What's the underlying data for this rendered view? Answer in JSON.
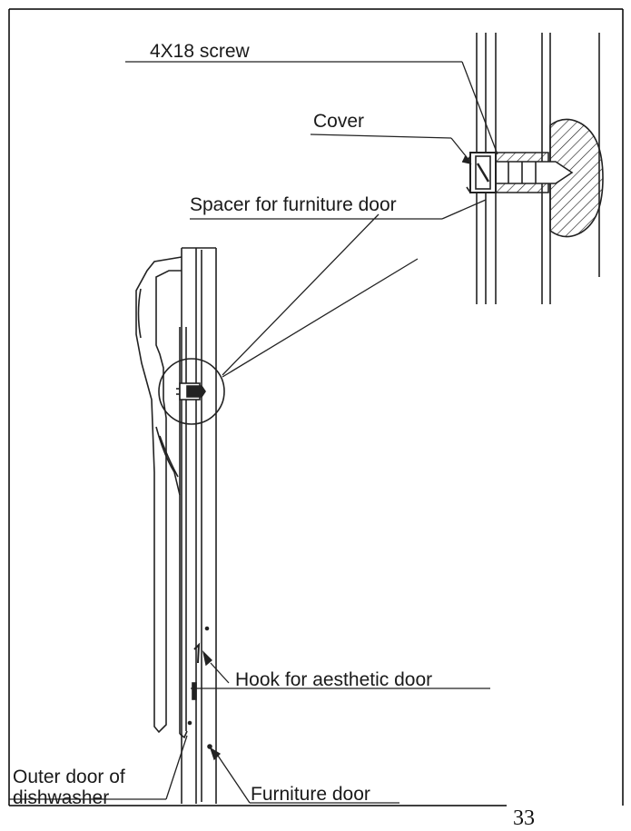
{
  "diagram": {
    "labels": {
      "screw": "4X18  screw",
      "cover": "Cover",
      "spacer": "Spacer for furniture door",
      "hook": "Hook for aesthetic door",
      "outer_door_line1": "Outer door of",
      "outer_door_line2": "dishwasher",
      "furniture_door": "Furniture door"
    },
    "page_number": "33"
  }
}
